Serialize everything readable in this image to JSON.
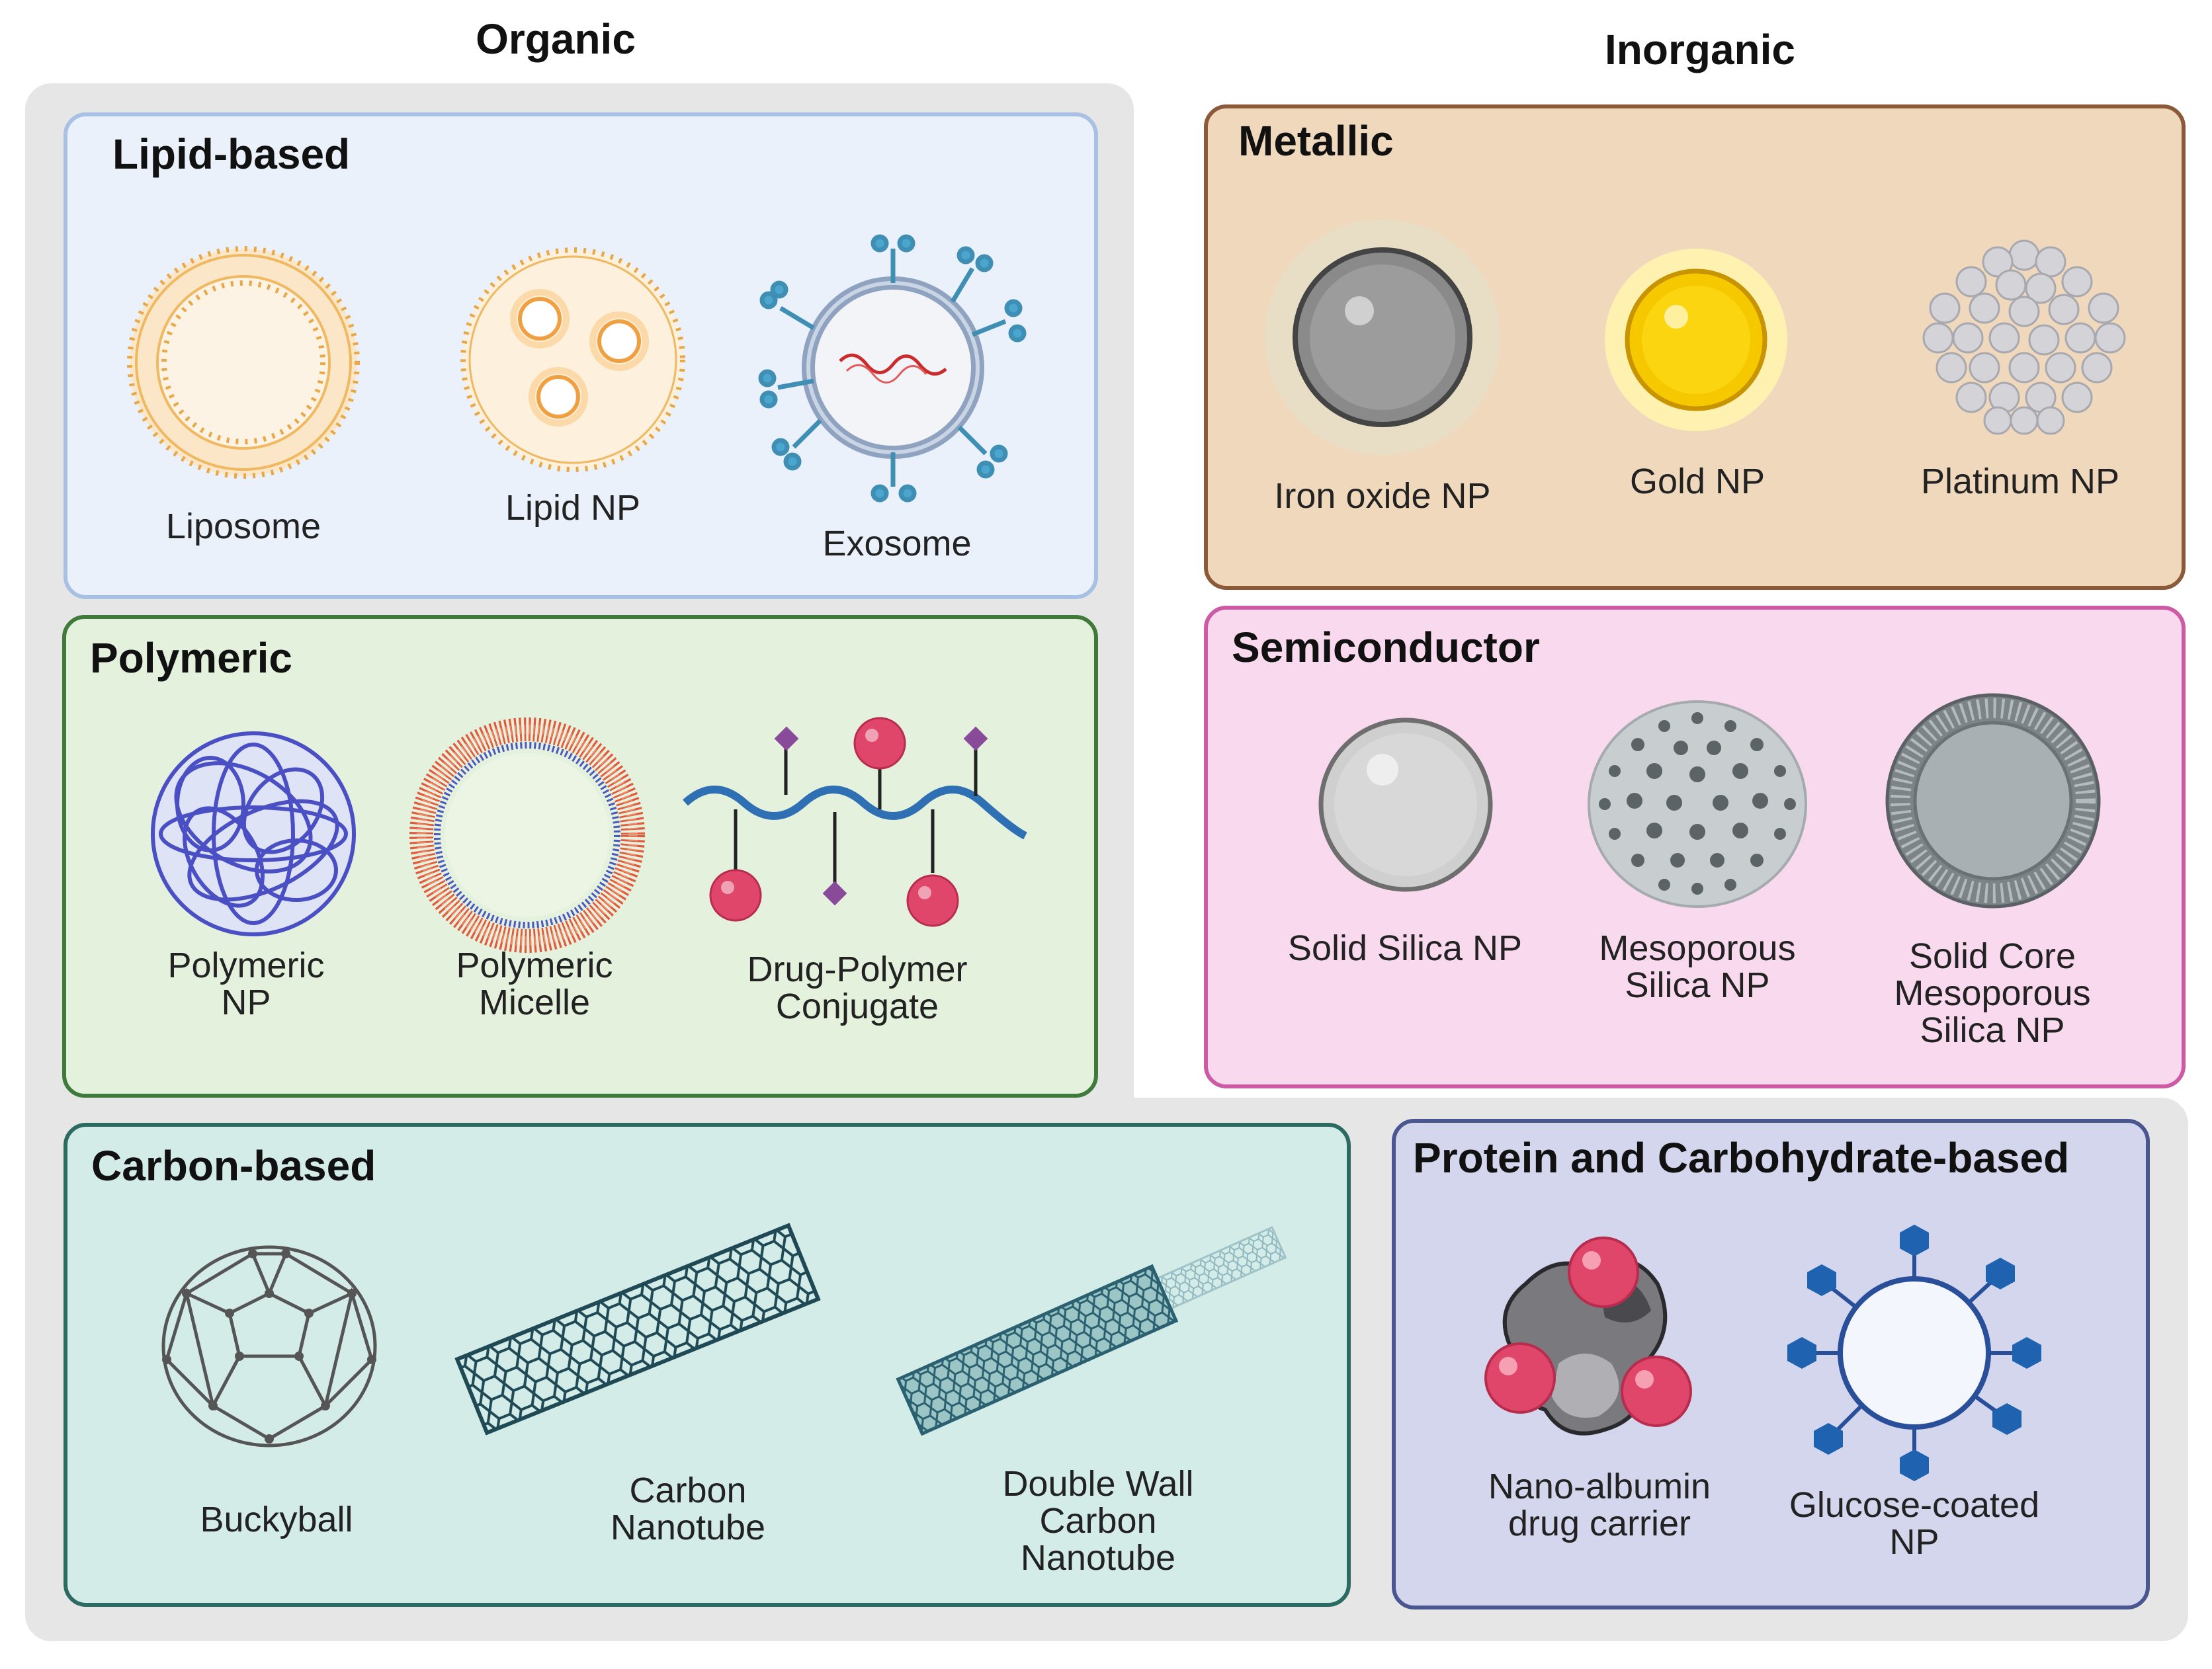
{
  "headings": {
    "organic": "Organic",
    "inorganic": "Inorganic"
  },
  "panels": {
    "lipid": {
      "title": "Lipid-based",
      "items": [
        "Liposome",
        "Lipid NP",
        "Exosome"
      ]
    },
    "polymeric": {
      "title": "Polymeric",
      "items": [
        [
          "Polymeric",
          "NP"
        ],
        [
          "Polymeric",
          "Micelle"
        ],
        [
          "Drug-Polymer",
          "Conjugate"
        ]
      ]
    },
    "carbon": {
      "title": "Carbon-based",
      "items": [
        [
          "Buckyball"
        ],
        [
          "Carbon",
          "Nanotube"
        ],
        [
          "Double Wall",
          "Carbon",
          "Nanotube"
        ]
      ]
    },
    "metallic": {
      "title": "Metallic",
      "items": [
        "Iron oxide NP",
        "Gold NP",
        "Platinum NP"
      ]
    },
    "semiconductor": {
      "title": "Semiconductor",
      "items": [
        [
          "Solid Silica NP"
        ],
        [
          "Mesoporous",
          "Silica NP"
        ],
        [
          "Solid Core",
          "Mesoporous",
          "Silica NP"
        ]
      ]
    },
    "protein": {
      "title": "Protein and Carbohydrate-based",
      "items": [
        [
          "Nano-albumin",
          "drug carrier"
        ],
        [
          "Glucose-coated",
          "NP"
        ]
      ]
    }
  },
  "colors": {
    "organic_bg": "#e6e6e6",
    "lipid_fill": "#eaf1fb",
    "lipid_border": "#a8c0e4",
    "polymeric_fill": "#e4f1dc",
    "polymeric_border": "#3f7a3a",
    "carbon_fill": "#d3ece8",
    "carbon_border": "#2c6b62",
    "metallic_fill": "#f0d8bc",
    "metallic_border": "#8a5a3a",
    "semiconductor_fill": "#f8d9ee",
    "semiconductor_border": "#cc5aa4",
    "protein_fill": "#d3d6ec",
    "protein_border": "#4a5690"
  }
}
